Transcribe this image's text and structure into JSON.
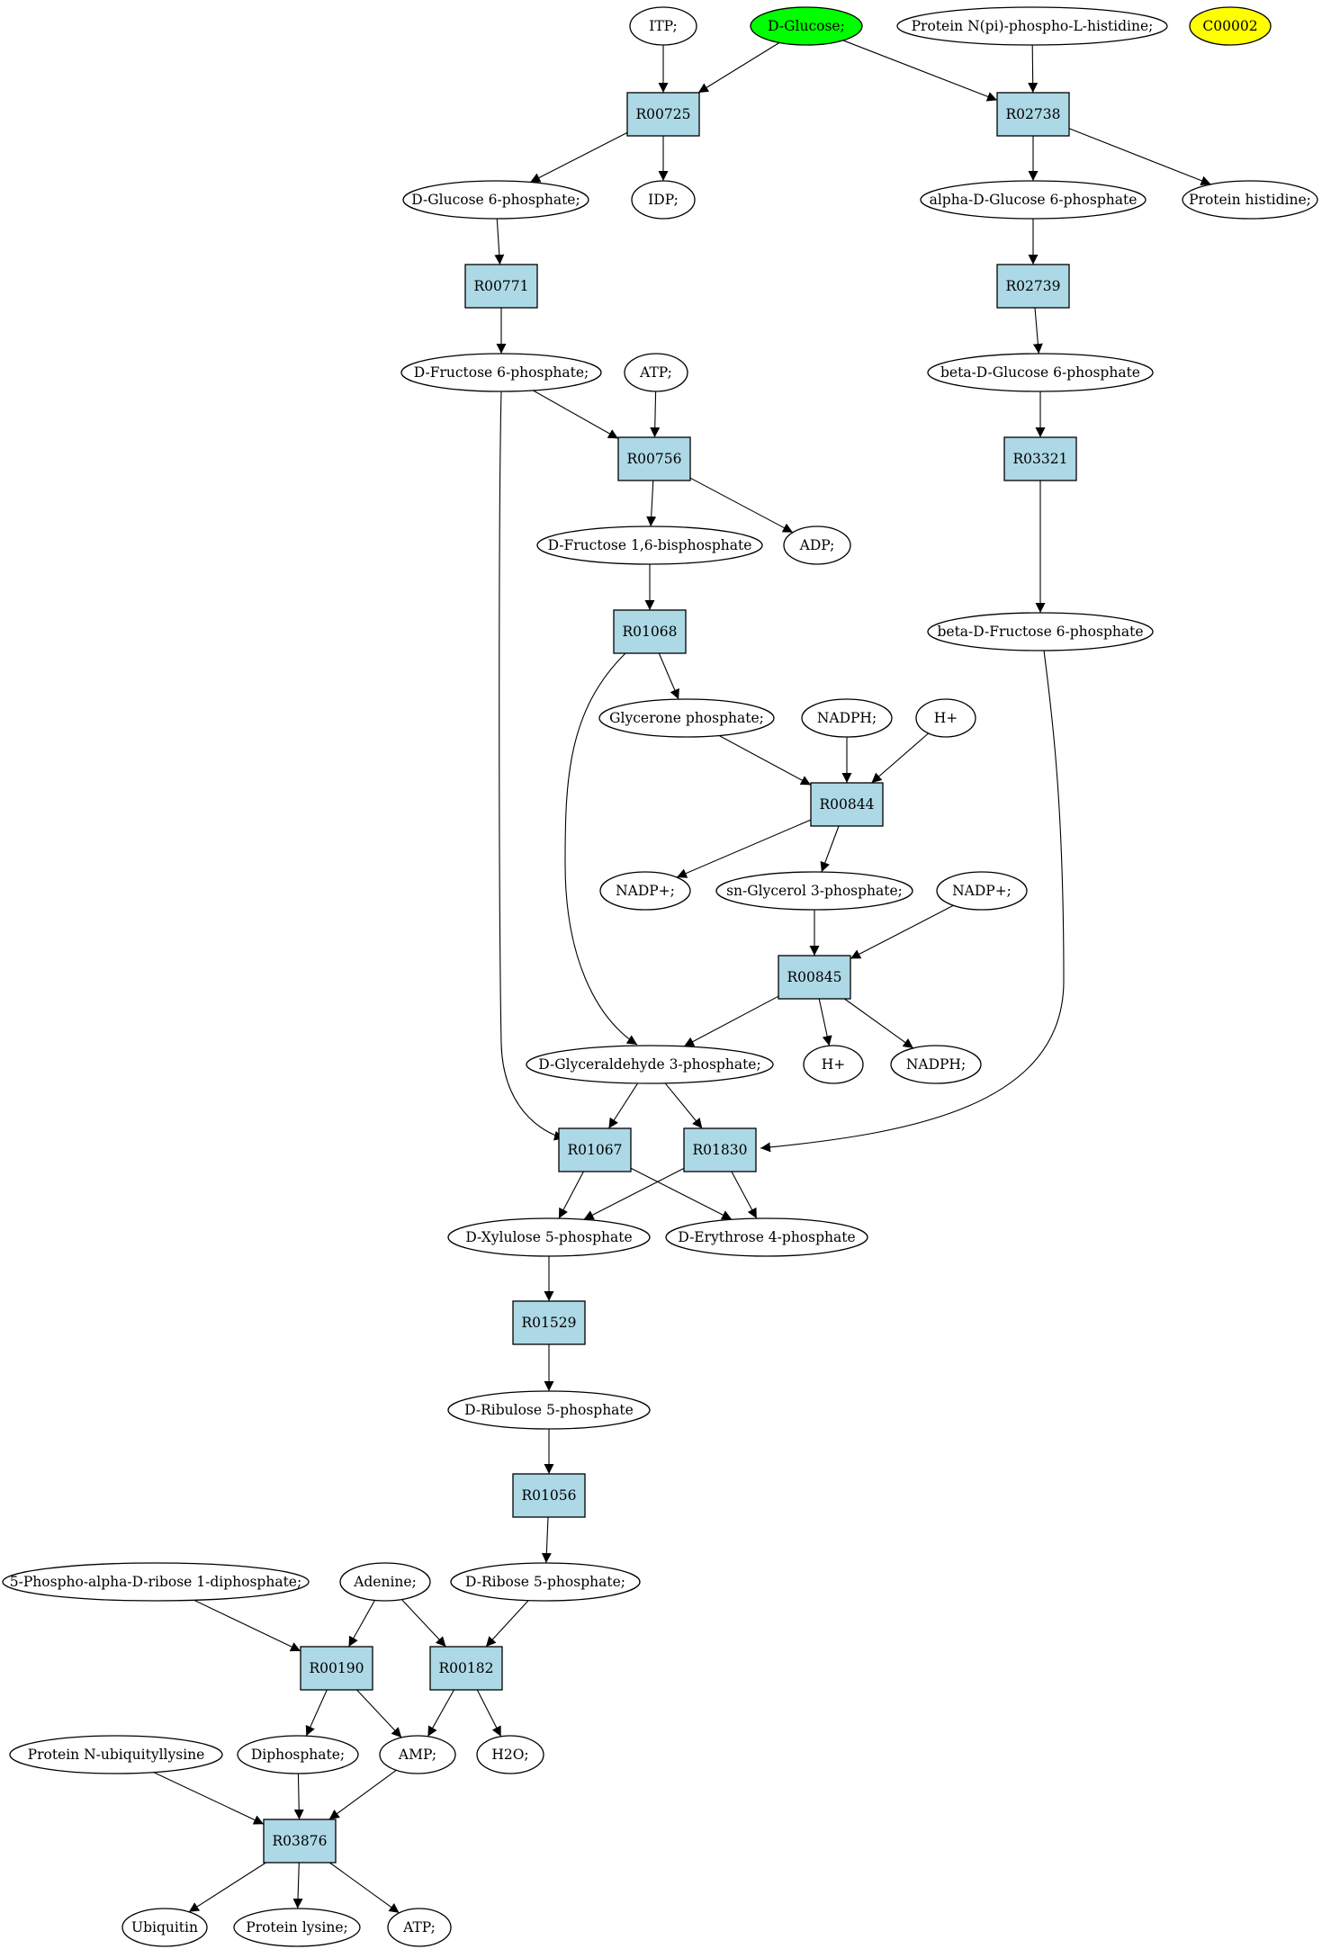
{
  "colors": {
    "reaction_fill": "#add8e6",
    "compound_fill": "#ffffff",
    "highlight_green": "#00ff00",
    "highlight_yellow": "#ffff00",
    "stroke": "#000000"
  },
  "nodes": {
    "itp": {
      "label": "ITP;",
      "kind": "compound"
    },
    "dglucose": {
      "label": "D-Glucose;",
      "kind": "compound",
      "fill": "green"
    },
    "protein_npi": {
      "label": "Protein N(pi)-phospho-L-histidine;",
      "kind": "compound"
    },
    "c00002": {
      "label": "C00002",
      "kind": "compound",
      "fill": "yellow"
    },
    "r00725": {
      "label": "R00725",
      "kind": "reaction"
    },
    "r02738": {
      "label": "R02738",
      "kind": "reaction"
    },
    "dg6p": {
      "label": "D-Glucose 6-phosphate;",
      "kind": "compound"
    },
    "idp": {
      "label": "IDP;",
      "kind": "compound"
    },
    "adg6p": {
      "label": "alpha-D-Glucose 6-phosphate",
      "kind": "compound"
    },
    "prothis": {
      "label": "Protein histidine;",
      "kind": "compound"
    },
    "r00771": {
      "label": "R00771",
      "kind": "reaction"
    },
    "r02739": {
      "label": "R02739",
      "kind": "reaction"
    },
    "df6p": {
      "label": "D-Fructose 6-phosphate;",
      "kind": "compound"
    },
    "atp1": {
      "label": "ATP;",
      "kind": "compound"
    },
    "bdg6p": {
      "label": "beta-D-Glucose 6-phosphate",
      "kind": "compound"
    },
    "r00756": {
      "label": "R00756",
      "kind": "reaction"
    },
    "r03321": {
      "label": "R03321",
      "kind": "reaction"
    },
    "df16bp": {
      "label": "D-Fructose 1,6-bisphosphate",
      "kind": "compound"
    },
    "adp": {
      "label": "ADP;",
      "kind": "compound"
    },
    "r01068": {
      "label": "R01068",
      "kind": "reaction"
    },
    "bdf6p": {
      "label": "beta-D-Fructose 6-phosphate",
      "kind": "compound"
    },
    "glyp": {
      "label": "Glycerone phosphate;",
      "kind": "compound"
    },
    "nadph1": {
      "label": "NADPH;",
      "kind": "compound"
    },
    "hplus1": {
      "label": "H+",
      "kind": "compound"
    },
    "r00844": {
      "label": "R00844",
      "kind": "reaction"
    },
    "nadp1": {
      "label": "NADP+;",
      "kind": "compound"
    },
    "sng3p": {
      "label": "sn-Glycerol 3-phosphate;",
      "kind": "compound"
    },
    "nadp2": {
      "label": "NADP+;",
      "kind": "compound"
    },
    "r00845": {
      "label": "R00845",
      "kind": "reaction"
    },
    "dga3p": {
      "label": "D-Glyceraldehyde 3-phosphate;",
      "kind": "compound"
    },
    "hplus2": {
      "label": "H+",
      "kind": "compound"
    },
    "nadph2": {
      "label": "NADPH;",
      "kind": "compound"
    },
    "r01067": {
      "label": "R01067",
      "kind": "reaction"
    },
    "r01830": {
      "label": "R01830",
      "kind": "reaction"
    },
    "dx5p": {
      "label": "D-Xylulose 5-phosphate",
      "kind": "compound"
    },
    "de4p": {
      "label": "D-Erythrose 4-phosphate",
      "kind": "compound"
    },
    "r01529": {
      "label": "R01529",
      "kind": "reaction"
    },
    "dru5p": {
      "label": "D-Ribulose 5-phosphate",
      "kind": "compound"
    },
    "r01056": {
      "label": "R01056",
      "kind": "reaction"
    },
    "prpp": {
      "label": "5-Phospho-alpha-D-ribose 1-diphosphate;",
      "kind": "compound"
    },
    "adenine": {
      "label": "Adenine;",
      "kind": "compound"
    },
    "dr5p": {
      "label": "D-Ribose 5-phosphate;",
      "kind": "compound"
    },
    "r00190": {
      "label": "R00190",
      "kind": "reaction"
    },
    "r00182": {
      "label": "R00182",
      "kind": "reaction"
    },
    "protubi": {
      "label": "Protein N-ubiquityllysine",
      "kind": "compound"
    },
    "dipho": {
      "label": "Diphosphate;",
      "kind": "compound"
    },
    "amp": {
      "label": "AMP;",
      "kind": "compound"
    },
    "h2o": {
      "label": "H2O;",
      "kind": "compound"
    },
    "r03876": {
      "label": "R03876",
      "kind": "reaction"
    },
    "ubiq": {
      "label": "Ubiquitin",
      "kind": "compound"
    },
    "protlys": {
      "label": "Protein lysine;",
      "kind": "compound"
    },
    "atp2": {
      "label": "ATP;",
      "kind": "compound"
    }
  },
  "edges": [
    [
      "itp",
      "r00725"
    ],
    [
      "dglucose",
      "r00725"
    ],
    [
      "dglucose",
      "r02738"
    ],
    [
      "protein_npi",
      "r02738"
    ],
    [
      "r00725",
      "dg6p"
    ],
    [
      "r00725",
      "idp"
    ],
    [
      "r02738",
      "adg6p"
    ],
    [
      "r02738",
      "prothis"
    ],
    [
      "dg6p",
      "r00771"
    ],
    [
      "adg6p",
      "r02739"
    ],
    [
      "r00771",
      "df6p"
    ],
    [
      "r02739",
      "bdg6p"
    ],
    [
      "df6p",
      "r00756"
    ],
    [
      "atp1",
      "r00756"
    ],
    [
      "df6p",
      "r01067"
    ],
    [
      "bdg6p",
      "r03321"
    ],
    [
      "r00756",
      "df16bp"
    ],
    [
      "r00756",
      "adp"
    ],
    [
      "r03321",
      "bdf6p"
    ],
    [
      "df16bp",
      "r01068"
    ],
    [
      "r01068",
      "glyp"
    ],
    [
      "r01068",
      "dga3p"
    ],
    [
      "glyp",
      "r00844"
    ],
    [
      "nadph1",
      "r00844"
    ],
    [
      "hplus1",
      "r00844"
    ],
    [
      "r00844",
      "sng3p"
    ],
    [
      "r00844",
      "nadp1"
    ],
    [
      "nadp2",
      "r00845"
    ],
    [
      "sng3p",
      "r00845"
    ],
    [
      "r00845",
      "dga3p"
    ],
    [
      "r00845",
      "hplus2"
    ],
    [
      "r00845",
      "nadph2"
    ],
    [
      "dga3p",
      "r01067"
    ],
    [
      "dga3p",
      "r01830"
    ],
    [
      "bdf6p",
      "r01830"
    ],
    [
      "r01067",
      "dx5p"
    ],
    [
      "r01067",
      "de4p"
    ],
    [
      "r01830",
      "dx5p"
    ],
    [
      "r01830",
      "de4p"
    ],
    [
      "dx5p",
      "r01529"
    ],
    [
      "r01529",
      "dru5p"
    ],
    [
      "dru5p",
      "r01056"
    ],
    [
      "r01056",
      "dr5p"
    ],
    [
      "prpp",
      "r00190"
    ],
    [
      "adenine",
      "r00190"
    ],
    [
      "adenine",
      "r00182"
    ],
    [
      "dr5p",
      "r00182"
    ],
    [
      "r00190",
      "dipho"
    ],
    [
      "r00190",
      "amp"
    ],
    [
      "r00182",
      "amp"
    ],
    [
      "r00182",
      "h2o"
    ],
    [
      "protubi",
      "r03876"
    ],
    [
      "dipho",
      "r03876"
    ],
    [
      "amp",
      "r03876"
    ],
    [
      "r03876",
      "ubiq"
    ],
    [
      "r03876",
      "protlys"
    ],
    [
      "r03876",
      "atp2"
    ]
  ]
}
